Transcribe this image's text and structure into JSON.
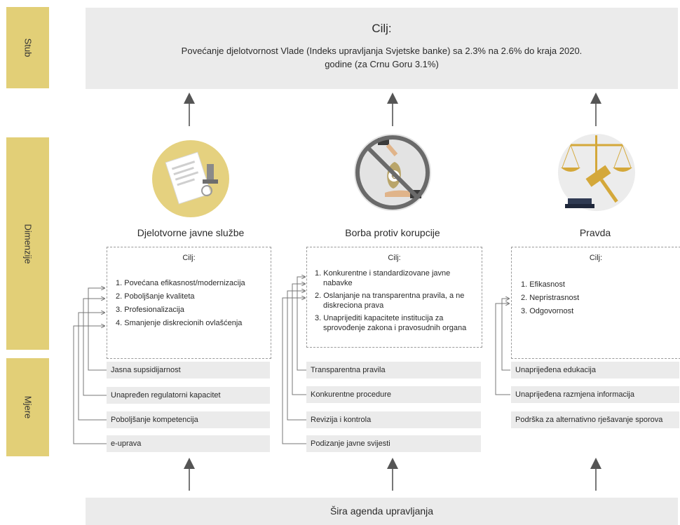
{
  "sidebar": {
    "stub": "Stub",
    "dimenzije": "Dimenzije",
    "mjere": "Mjere"
  },
  "top": {
    "title": "Cilj:",
    "description": "Povećanje djelotvornost Vlade (Indeks upravljanja Svjetske banke) sa 2.3% na 2.6% do kraja 2020. godine (za Crnu Goru 3.1%)"
  },
  "bottom": {
    "label": "Šira agenda upravljanja"
  },
  "columns": [
    {
      "title": "Djelotvorne javne službe",
      "goal_header": "Cilj:",
      "goals": [
        "1. Povećana efikasnost/modernizacija",
        "2. Poboljšanje kvaliteta",
        "3. Profesionalizacija",
        "4. Smanjenje diskrecionih ovlašćenja"
      ],
      "measures": [
        "Jasna supsidijarnost",
        "Unapređen regulatorni kapacitet",
        "Poboljšanje kompetencija",
        "e-uprava"
      ]
    },
    {
      "title": "Borba protiv korupcije",
      "goal_header": "Cilj:",
      "goals": [
        "1. Konkurentne i standardizovane javne nabavke",
        "2. Oslanjanje na transparentna pravila, a ne diskreciona prava",
        "3. Unaprijediti kapacitete institucija za sprovođenje zakona i pravosudnih organa"
      ],
      "measures": [
        "Transparentna pravila",
        "Konkurentne procedure",
        "Revizija i kontrola",
        "Podizanje javne svijesti"
      ]
    },
    {
      "title": "Pravda",
      "goal_header": "Cilj:",
      "goals": [
        "1. Efikasnost",
        "2. Nepristrasnost",
        "3. Odgovornost"
      ],
      "measures": [
        "Unaprijeđena edukacija",
        "Unaprijeđena razmjena informacija",
        "Podrška za alternativno rješavanje sporova"
      ]
    }
  ],
  "icons": [
    "document-stamp-icon",
    "no-bribery-icon",
    "justice-scales-icon"
  ],
  "colors": {
    "sidebar": "#e2cf77",
    "box_gray": "#ebebeb",
    "circle_gold": "#e5d17f",
    "circle_gray": "#e3e3e3",
    "gavel_gold": "#d4a83a"
  }
}
